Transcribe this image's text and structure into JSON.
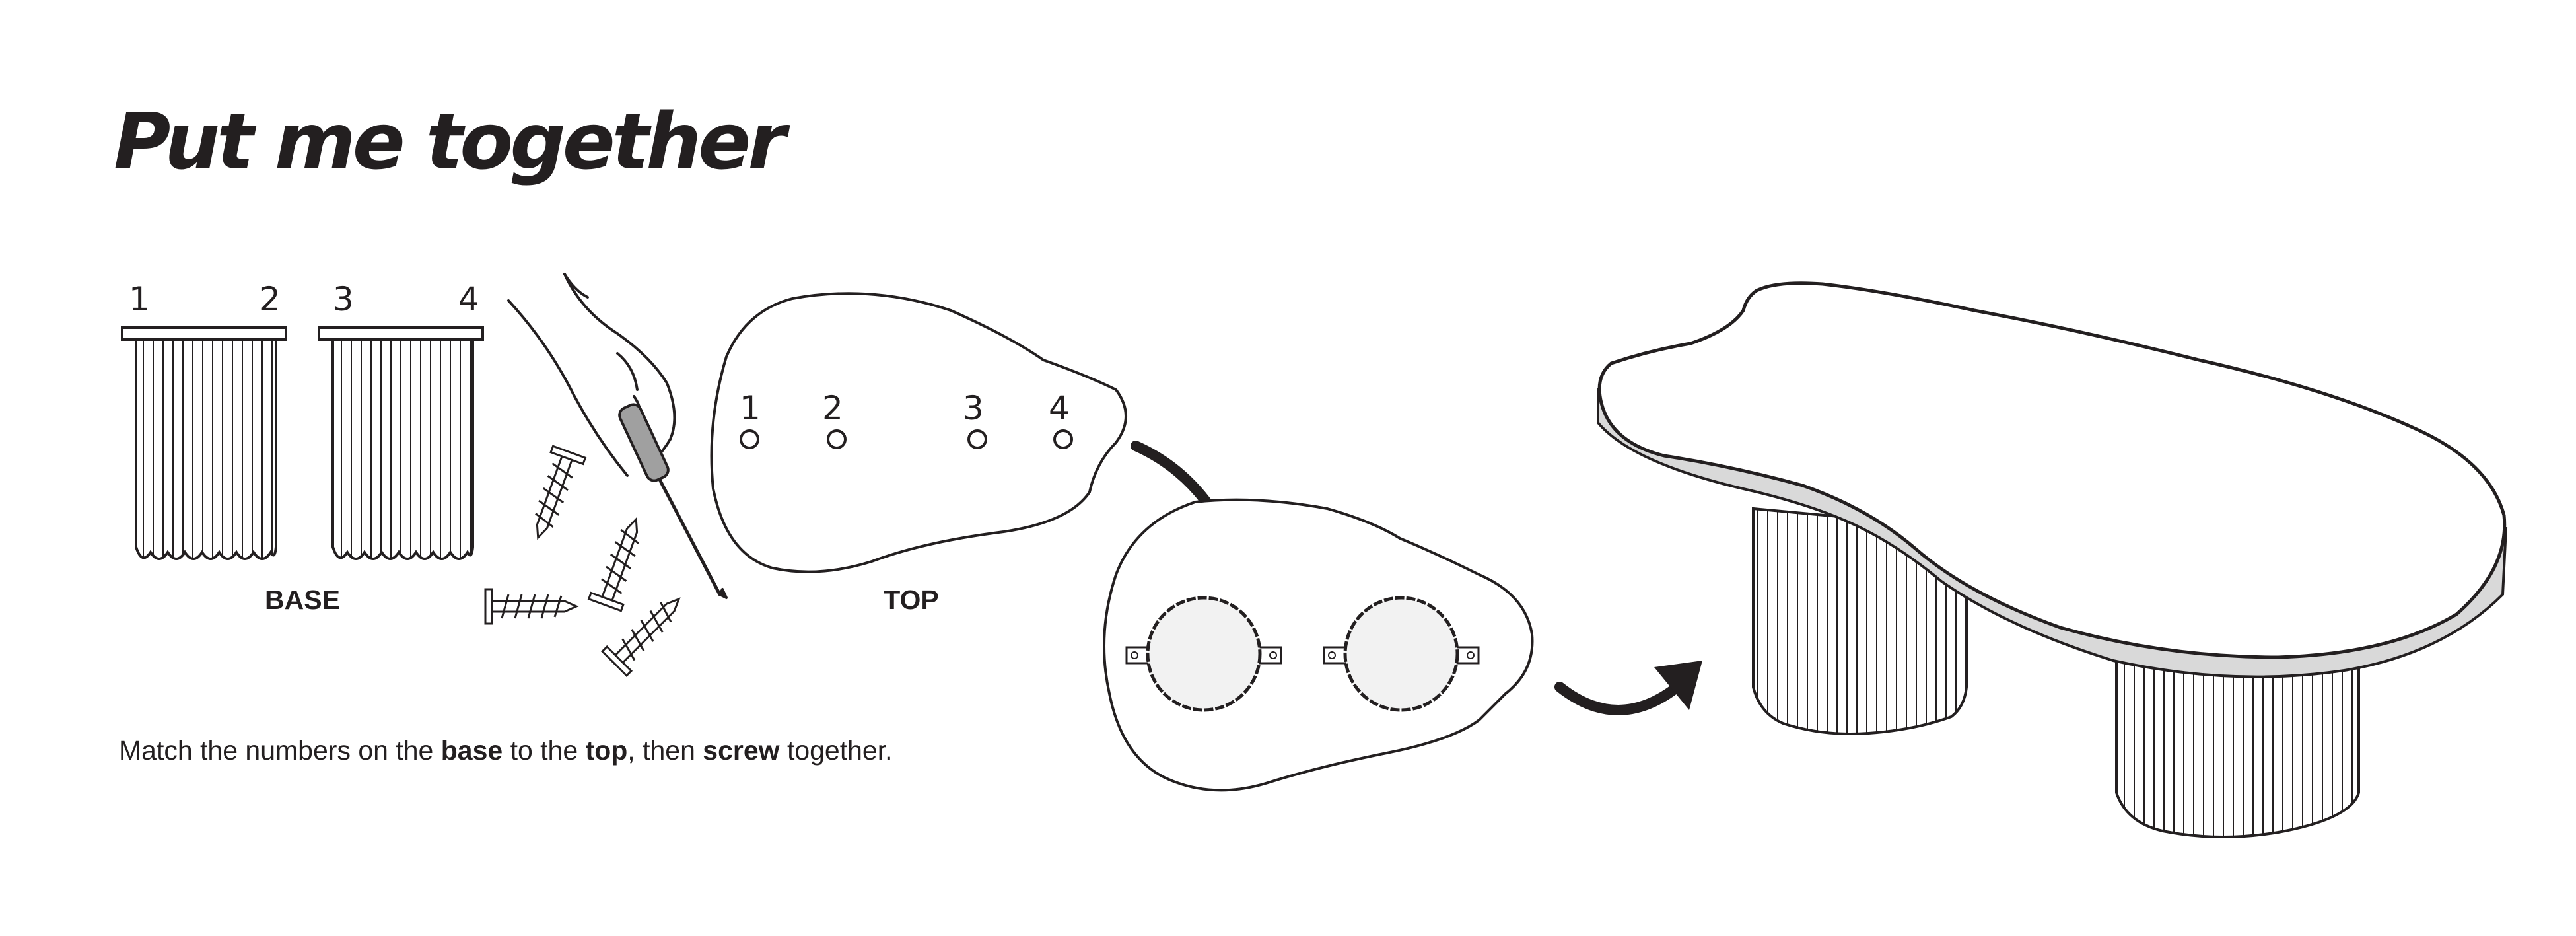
{
  "title": "Put me together",
  "labels": {
    "base": "BASE",
    "top": "TOP"
  },
  "base_numbers": [
    "1",
    "2",
    "3",
    "4"
  ],
  "top_numbers": [
    "1",
    "2",
    "3",
    "4"
  ],
  "instruction": {
    "p1": "Match the numbers on the ",
    "b1": "base",
    "p2": " to the ",
    "b2": "top",
    "p3": ", then ",
    "b3": "screw",
    "p4": " together."
  },
  "colors": {
    "ink": "#231f20",
    "fill_light": "#f2f2f2",
    "edge_gray": "#d9d9d9",
    "tool_gray": "#a0a0a0"
  }
}
